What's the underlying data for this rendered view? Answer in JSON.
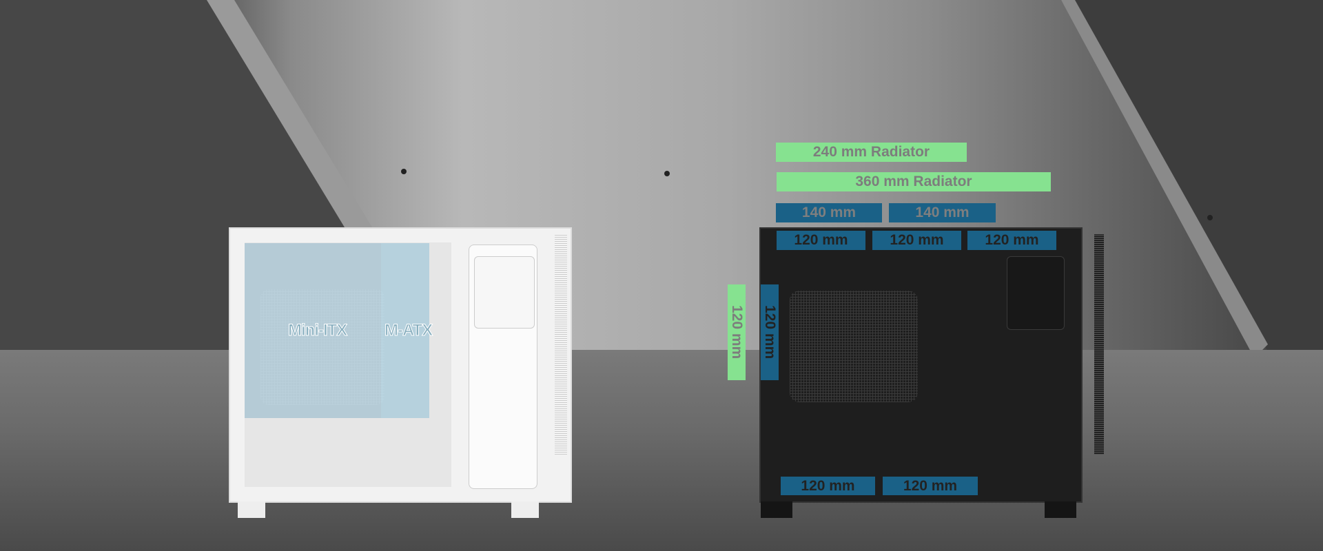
{
  "motherboard_labels": {
    "mini_itx": "Mini-ITX",
    "m_atx": "M-ATX"
  },
  "radiators": {
    "r240": "240 mm Radiator",
    "r360": "360 mm Radiator"
  },
  "fans": {
    "top_140": [
      "140 mm",
      "140 mm"
    ],
    "top_120": [
      "120 mm",
      "120 mm",
      "120 mm"
    ],
    "rear_120": [
      "120 mm",
      "120 mm"
    ],
    "bottom_120": [
      "120 mm",
      "120 mm"
    ]
  },
  "colors": {
    "radiator": "#86e290",
    "fan": "#1a6187"
  }
}
